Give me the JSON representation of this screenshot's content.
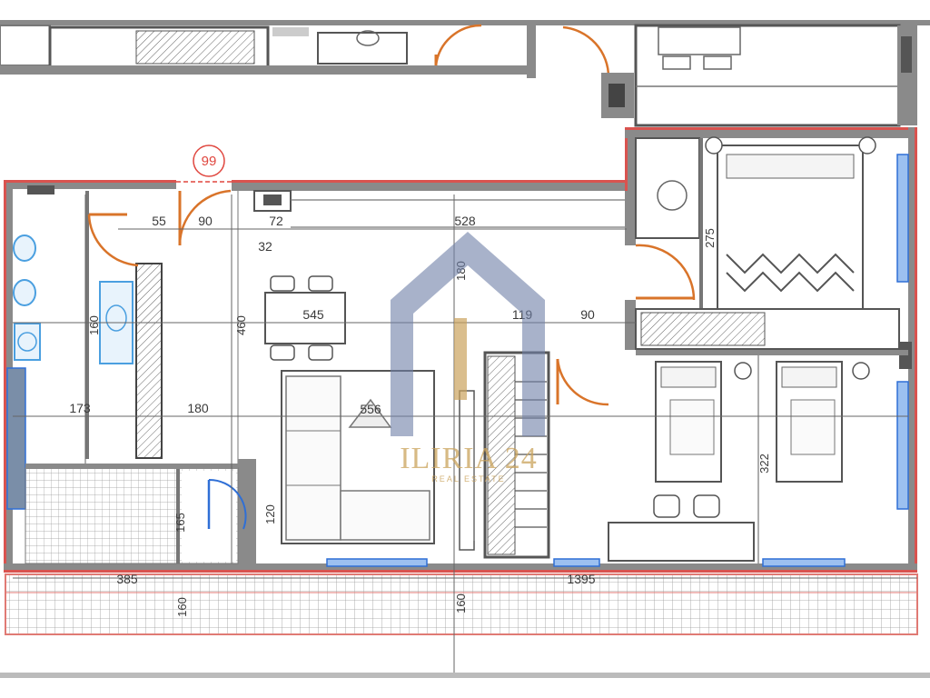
{
  "plan": {
    "unit_number": "99",
    "dimensions": {
      "top_55": "55",
      "top_90": "90",
      "top_72": "72",
      "small_32": "32",
      "top_528": "528",
      "mid_119": "119",
      "mid_90": "90",
      "table_545": "545",
      "sofa_556": "556",
      "left_173": "173",
      "left_180": "180",
      "terrace_385": "385",
      "terrace_1395": "1395",
      "v_bath": "160",
      "v_living": "460",
      "v_top": "180",
      "v_entry": "165",
      "v_sofa": "120",
      "v_terrace": "160",
      "v_terrace_mid": "160",
      "v_bed": "275",
      "v_kids": "322"
    }
  },
  "watermark": {
    "brand": "ILIRIA 24",
    "tagline": "REAL ESTATE"
  },
  "colors": {
    "wall_fill": "#7a7a7a",
    "wall_accent": "#d9534f",
    "door": "#d9742a",
    "window": "#2f6fd6",
    "fixture": "#4a9fe0",
    "grid": "#9a9a9a",
    "watermark_house": "#6e7fa6"
  }
}
